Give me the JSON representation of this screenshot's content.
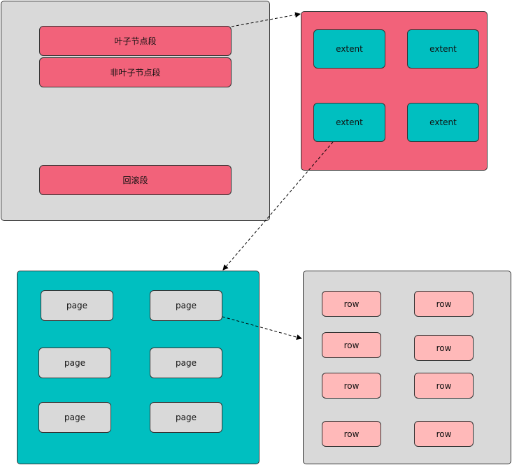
{
  "tablespace": {
    "segments": [
      "叶子节点段",
      "非叶子节点段",
      "回滚段"
    ]
  },
  "segment": {
    "extents": [
      "extent",
      "extent",
      "extent",
      "extent"
    ]
  },
  "extent": {
    "pages": [
      "page",
      "page",
      "page",
      "page",
      "page",
      "page"
    ]
  },
  "page": {
    "rows": [
      "row",
      "row",
      "row",
      "row",
      "row",
      "row",
      "row",
      "row"
    ]
  },
  "colors": {
    "gray": "#d9d9d9",
    "red": "#f2627a",
    "teal": "#00bfc0",
    "pink": "#ffb9b9"
  }
}
